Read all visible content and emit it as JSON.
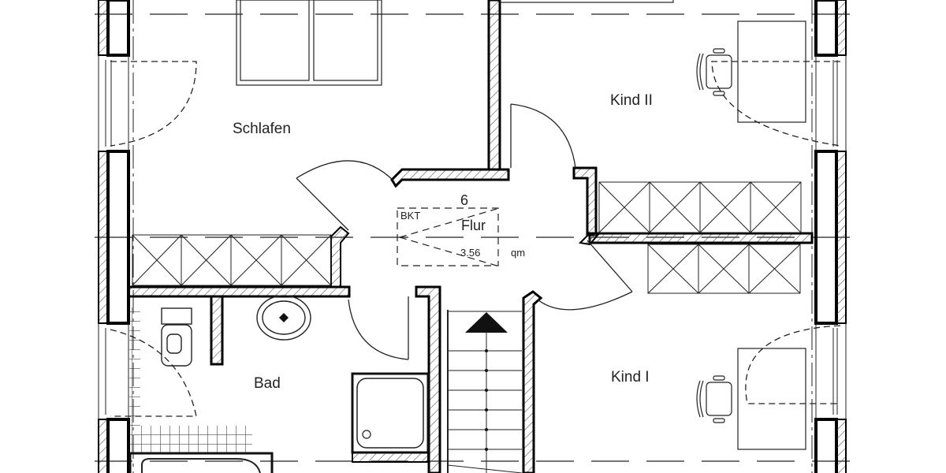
{
  "drawing": {
    "type": "floor-plan",
    "rooms": [
      {
        "id": "schlafen",
        "name": "Schlafen"
      },
      {
        "id": "kind2",
        "name": "Kind II"
      },
      {
        "id": "kind1",
        "name": "Kind I"
      },
      {
        "id": "bad",
        "name": "Bad"
      },
      {
        "id": "flur",
        "name": "Flur",
        "number": "6",
        "area": "3.56",
        "unit": "qm",
        "tag": "BKT"
      }
    ],
    "colors": {
      "line": "#111111",
      "background": "#ffffff"
    }
  }
}
